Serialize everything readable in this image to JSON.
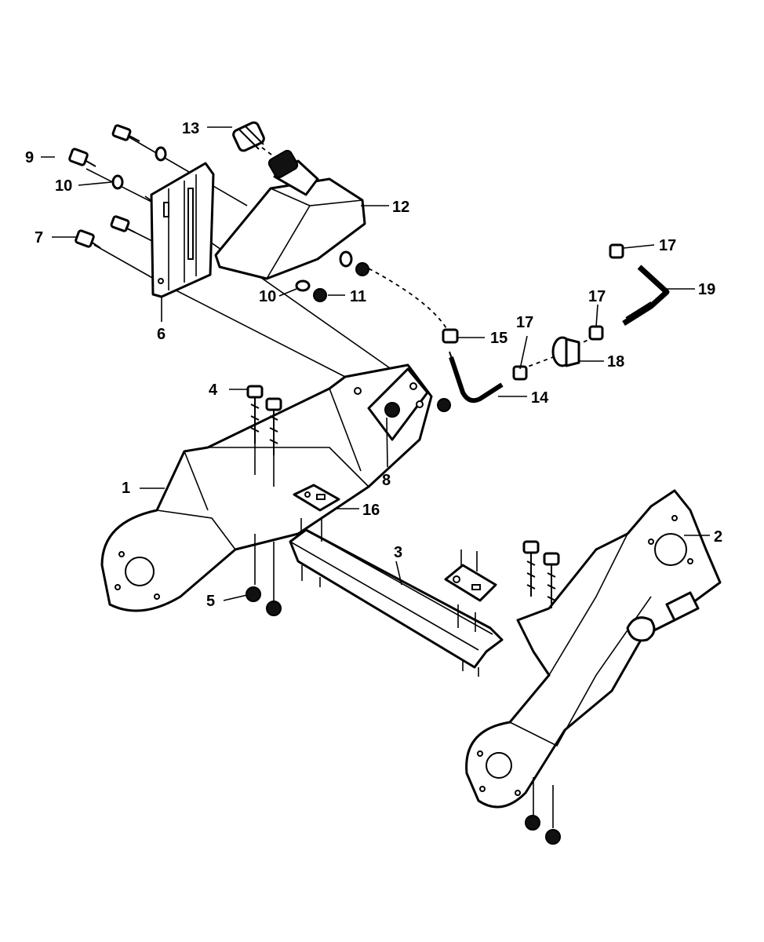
{
  "callouts": {
    "c1": "1",
    "c2": "2",
    "c3": "3",
    "c4": "4",
    "c5": "5",
    "c6": "6",
    "c7": "7",
    "c8": "8",
    "c9": "9",
    "c10a": "10",
    "c10b": "10",
    "c11": "11",
    "c12": "12",
    "c13": "13",
    "c14": "14",
    "c15": "15",
    "c16": "16",
    "c17a": "17",
    "c17b": "17",
    "c17c": "17",
    "c18": "18",
    "c19": "19"
  }
}
